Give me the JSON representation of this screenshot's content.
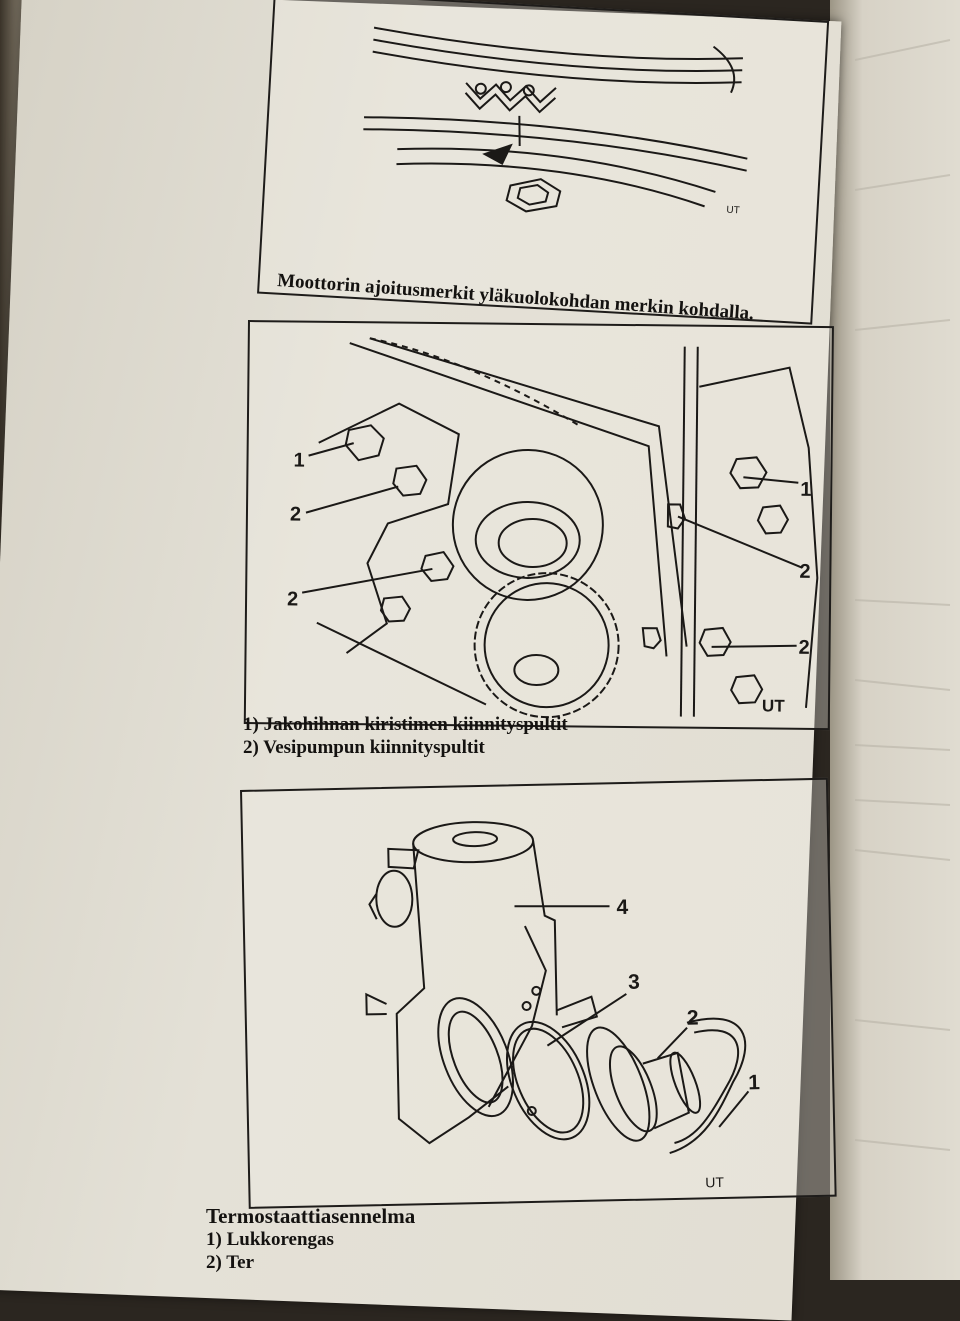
{
  "figure1": {
    "caption": "Moottorin ajoitusmerkit yläkuolokohdan merkin kohdalla.",
    "corner_mark": "UT"
  },
  "figure2": {
    "callouts": {
      "c1a": "1",
      "c1b": "1",
      "c2a": "2",
      "c2b": "2",
      "c2c": "2",
      "c2d": "2"
    },
    "corner_mark": "UT",
    "legend": [
      "1)  Jakohihnan kiristimen kiinnityspultit",
      "2)  Vesipumpun kiinnityspultit"
    ]
  },
  "figure3": {
    "callouts": {
      "c1": "1",
      "c2": "2",
      "c3": "3",
      "c4": "4"
    },
    "corner_mark": "UT",
    "title": "Termostaattiasennelma",
    "legend": [
      "1)  Lukkorengas",
      "2)  Ter"
    ]
  },
  "colors": {
    "paper": "#e2ded3",
    "ink": "#1b1917",
    "background": "#2b2620"
  }
}
